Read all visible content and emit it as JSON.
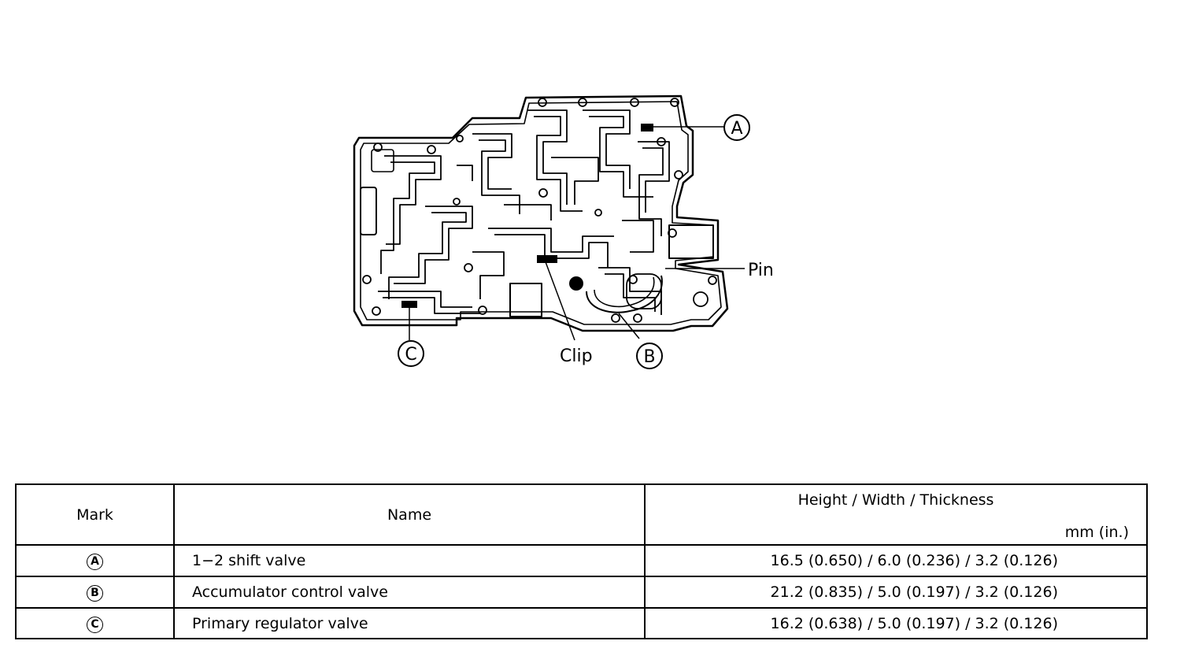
{
  "diagram": {
    "callouts": {
      "a": "A",
      "b": "B",
      "c": "C",
      "pin": "Pin",
      "clip": "Clip"
    }
  },
  "table": {
    "headers": {
      "mark": "Mark",
      "name": "Name",
      "dimensions": "Height / Width / Thickness",
      "unit": "mm (in.)"
    },
    "rows": [
      {
        "mark": "A",
        "name": "1−2 shift valve",
        "dimensions": "16.5 (0.650) / 6.0 (0.236) / 3.2 (0.126)"
      },
      {
        "mark": "B",
        "name": "Accumulator control valve",
        "dimensions": "21.2 (0.835) / 5.0 (0.197) / 3.2 (0.126)"
      },
      {
        "mark": "C",
        "name": "Primary regulator valve",
        "dimensions": "16.2 (0.638) / 5.0 (0.197) / 3.2 (0.126)"
      }
    ]
  }
}
